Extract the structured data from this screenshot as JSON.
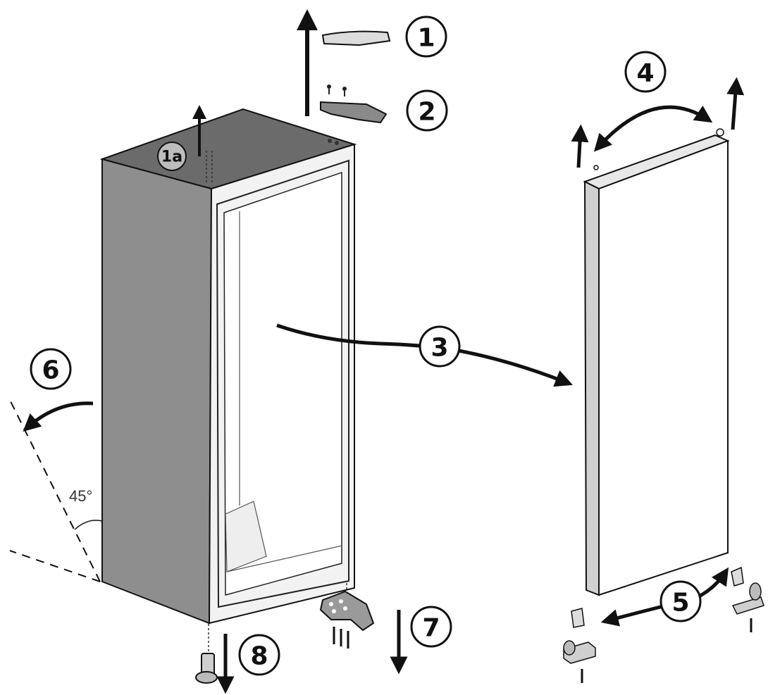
{
  "diagram": {
    "steps": [
      {
        "id": "step-1",
        "label": "1"
      },
      {
        "id": "step-1a",
        "label": "1a"
      },
      {
        "id": "step-2",
        "label": "2"
      },
      {
        "id": "step-3",
        "label": "3"
      },
      {
        "id": "step-4",
        "label": "4"
      },
      {
        "id": "step-5",
        "label": "5"
      },
      {
        "id": "step-6",
        "label": "6"
      },
      {
        "id": "step-7",
        "label": "7"
      },
      {
        "id": "step-8",
        "label": "8"
      }
    ],
    "tilt_angle_label": "45°",
    "colors": {
      "ink": "#111111",
      "cabinet_side": "#8e8e8e",
      "cabinet_top": "#6b6b6b",
      "door_face": "#ffffff",
      "hinge_part": "#9a9a9a"
    }
  }
}
